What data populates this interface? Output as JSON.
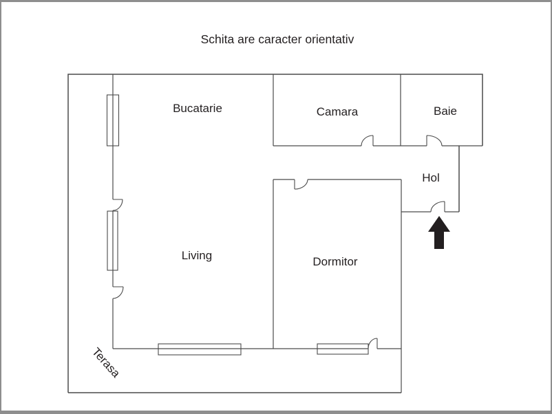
{
  "title": "Schita are caracter orientativ",
  "rooms": {
    "bucatarie": "Bucatarie",
    "camara": "Camara",
    "baie": "Baie",
    "hol": "Hol",
    "living": "Living",
    "dormitor": "Dormitor",
    "terasa": "Terasa"
  },
  "icons": {
    "entrance_arrow": "solid-up-arrow"
  },
  "colors": {
    "wall": "#4a4a4a",
    "text": "#231f20",
    "arrow": "#231f20",
    "frame": "#8e8e8e",
    "background": "#ffffff"
  }
}
